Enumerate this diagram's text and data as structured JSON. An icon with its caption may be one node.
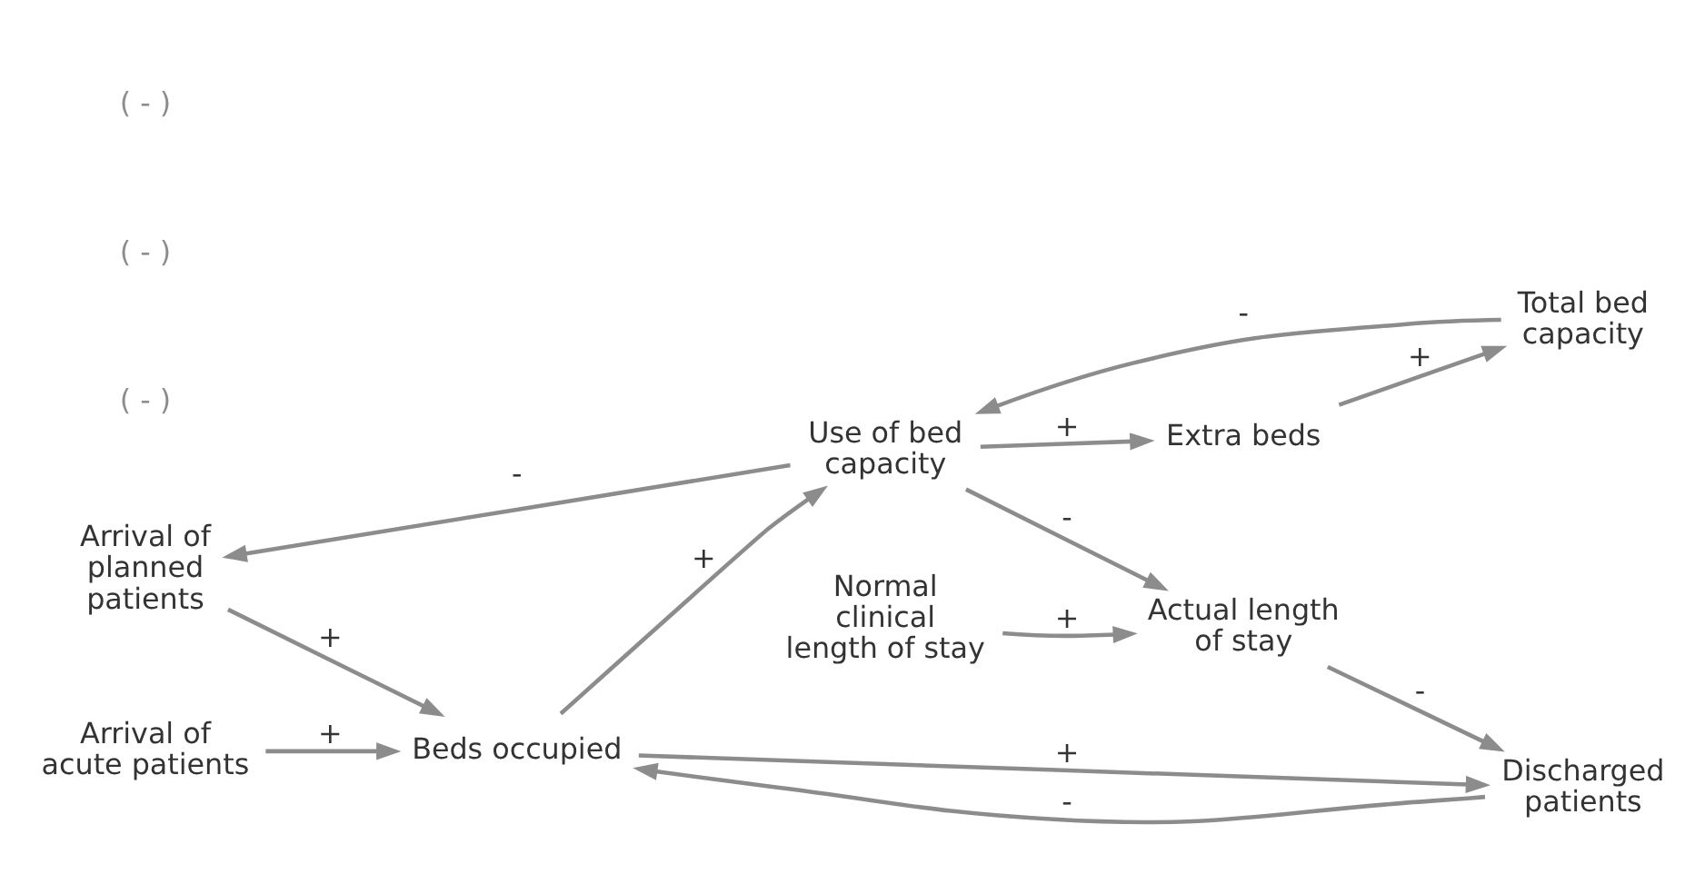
{
  "diagram": {
    "nodes": [
      {
        "text": [
          "Arrival of planned patients"
        ]
      },
      {
        "text": [
          "Arrival of acute patients"
        ]
      },
      {
        "text": [
          "Beds occupied"
        ]
      },
      {
        "text": [
          "Use of bed capacity"
        ]
      },
      {
        "text": [
          "Extra beds"
        ]
      },
      {
        "text": [
          "Total bed capacity"
        ]
      },
      {
        "text": [
          "Discharged patients"
        ]
      },
      {
        "text": [
          "Actual length of stay"
        ]
      },
      {
        "text": [
          "Normal clinical length of stay"
        ]
      }
    ],
    "edges": [
      {
        "from": 0,
        "to": 2,
        "arrow": "to",
        "label": "+"
      },
      {
        "from": 1,
        "to": 2,
        "arrow": "to",
        "label": "+"
      },
      {
        "from": 2,
        "to": 3,
        "arrow": "to",
        "label": "+"
      },
      {
        "from": 3,
        "to": 0,
        "arrow": "to",
        "label": "-"
      },
      {
        "from": 3,
        "to": 4,
        "arrow": "to",
        "label": "+"
      },
      {
        "from": 4,
        "to": 5,
        "arrow": "to",
        "label": "+"
      },
      {
        "from": 5,
        "to": 3,
        "arrow": "to",
        "label": "-"
      },
      {
        "from": 3,
        "to": 7,
        "arrow": "to",
        "label": "-"
      },
      {
        "from": 2,
        "to": 6,
        "arrow": "to",
        "label": "+"
      },
      {
        "from": 6,
        "to": 2,
        "arrow": "to",
        "label": "-"
      },
      {
        "from": 7,
        "to": 6,
        "arrow": "to",
        "label": "-"
      },
      {
        "from": 8,
        "to": 7,
        "arrow": "to",
        "label": "+"
      }
    ],
    "labels": [
      "( - )",
      "( - )",
      "( - )"
    ]
  }
}
